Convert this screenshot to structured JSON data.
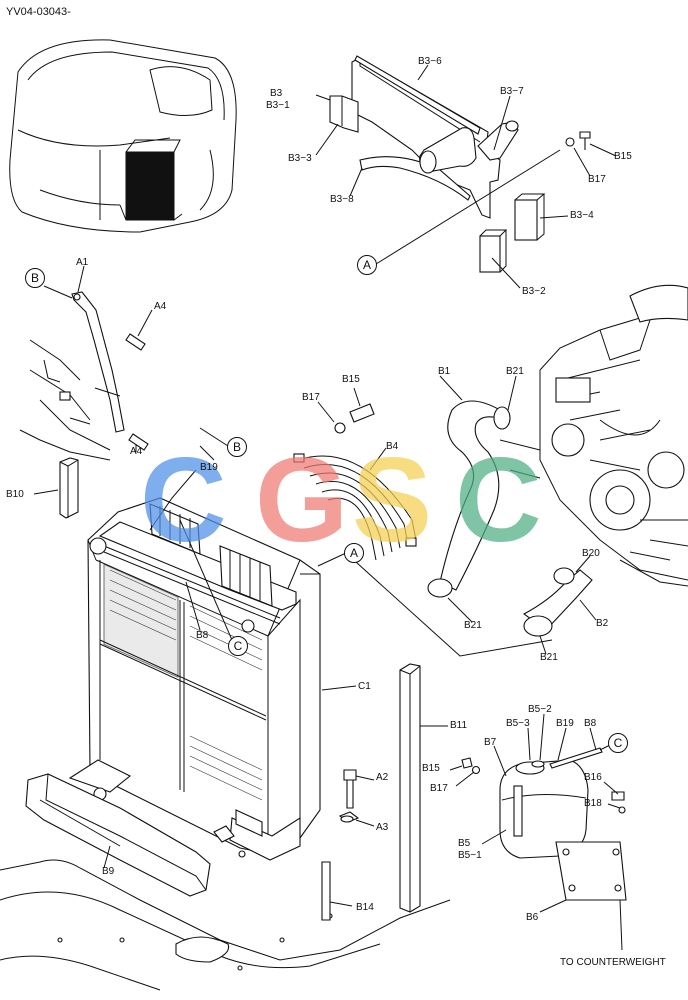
{
  "document": {
    "id": "YV04-03043-",
    "footer_note": "TO COUNTERWEIGHT"
  },
  "watermark": {
    "text": "CGSC",
    "letters": [
      {
        "char": "C",
        "color": "#4f8fe8"
      },
      {
        "char": "G",
        "color": "#f07a72"
      },
      {
        "char": "S",
        "color": "#f6cf52"
      },
      {
        "char": "C",
        "color": "#4fb083"
      }
    ]
  },
  "callouts": {
    "A": "A",
    "B": "B",
    "C": "C"
  },
  "labels": {
    "B3": "B3",
    "B3_1": "B3−1",
    "B3_2": "B3−2",
    "B3_3": "B3−3",
    "B3_4": "B3−4",
    "B3_6": "B3−6",
    "B3_7": "B3−7",
    "B3_8": "B3−8",
    "B15": "B15",
    "B17": "B17",
    "A1": "A1",
    "A2": "A2",
    "A3": "A3",
    "A4": "A4",
    "B1": "B1",
    "B2": "B2",
    "B4": "B4",
    "B5": "B5",
    "B5_1": "B5−1",
    "B5_2": "B5−2",
    "B5_3": "B5−3",
    "B6": "B6",
    "B7": "B7",
    "B8": "B8",
    "B9": "B9",
    "B10": "B10",
    "B11": "B11",
    "B14": "B14",
    "B16": "B16",
    "B18": "B18",
    "B19": "B19",
    "B20": "B20",
    "B21": "B21",
    "C1": "C1"
  }
}
